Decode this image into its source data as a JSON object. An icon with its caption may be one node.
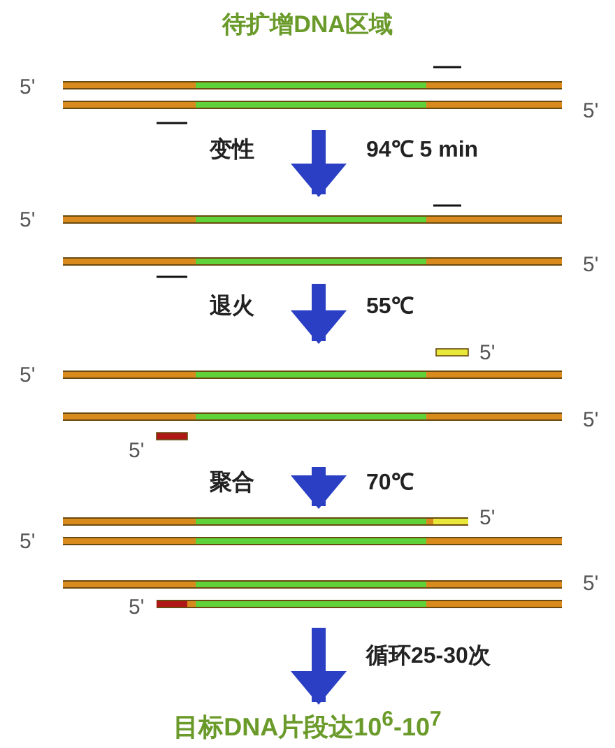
{
  "diagram": {
    "title": "待扩增DNA区域",
    "nodes": [
      {
        "text": [
          "5'",
          "5'"
        ]
      },
      {
        "text": [
          "5'",
          "5'"
        ]
      },
      {
        "text": [
          "5'",
          "5'",
          "5'",
          "5'"
        ]
      },
      {
        "text": [
          "5'",
          "5'",
          "5'",
          "5'"
        ]
      },
      {
        "text": [
          "目标DNA片段达10$^{6}$-10$^{7}$"
        ]
      }
    ],
    "edges": [
      {
        "from": 0,
        "to": 1,
        "arrow": "to",
        "label": "变性"
      },
      {
        "from": 1,
        "to": 2,
        "arrow": "to",
        "label": "退火"
      },
      {
        "from": 2,
        "to": 3,
        "arrow": "to",
        "label": "聚合"
      },
      {
        "from": 3,
        "to": 4,
        "arrow": "to",
        "label": "循环25-30次"
      }
    ],
    "labels": [
      "94℃ 5 min",
      "55℃",
      "70℃"
    ]
  }
}
